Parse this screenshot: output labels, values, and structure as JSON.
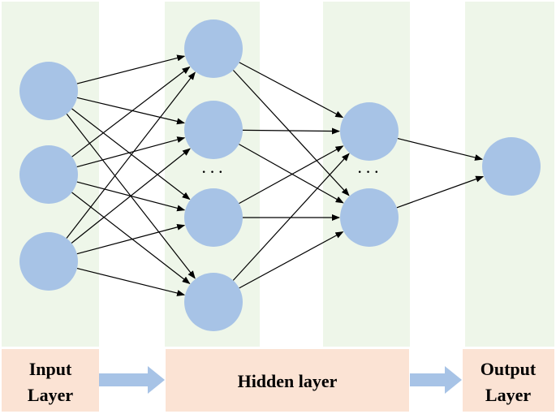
{
  "diagram": {
    "labels": {
      "input_line1": "Input",
      "input_line2": "Layer",
      "hidden": "Hidden layer",
      "output_line1": "Output",
      "output_line2": "Layer"
    },
    "ellipsis": {
      "hidden_1": "···",
      "hidden_2": "···"
    },
    "layers": [
      {
        "name": "input",
        "neurons": 3
      },
      {
        "name": "hidden-1",
        "neurons": 4,
        "elided": true
      },
      {
        "name": "hidden-2",
        "neurons": 2,
        "elided": true
      },
      {
        "name": "output",
        "neurons": 1
      }
    ],
    "colors": {
      "layer_background": "#eef6e9",
      "label_box": "#fbe3d4",
      "neuron": "#a7c3e6",
      "flow_arrow": "#a7c3e6",
      "edge": "#000000"
    }
  }
}
